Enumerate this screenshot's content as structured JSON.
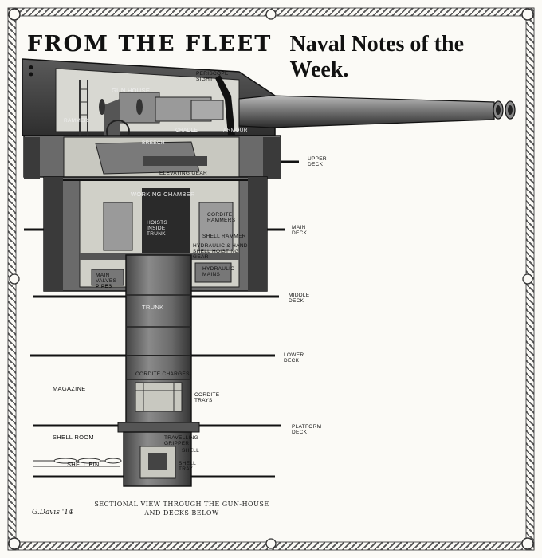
{
  "header": {
    "title_left": "FROM THE FLEET :",
    "title_right": "Naval Notes of the Week."
  },
  "labels": {
    "periscope_sight": "PERISCOPE\nSIGHT",
    "gun_house": "GUN HOUSE",
    "rammer": "RAMMER",
    "cradle": "CRADLE",
    "armour": "ARMOUR",
    "breech": "BREECH",
    "elevating_gear": "ELEVATING GEAR",
    "upper_deck": "UPPER\nDECK",
    "working_chamber": "WORKING CHAMBER",
    "cordite_rammers": "CORDITE\nRAMMERS",
    "hoists_inside_trunk": "HOISTS\nINSIDE\nTRUNK",
    "shell_rammer": "SHELL RAMMER",
    "hydraulic_hand_gear": "HYDRAULIC & HAND\nSHELL HOISTING\nGEAR",
    "main_deck": "MAIN\nDECK",
    "main_valves": "MAIN\nVALVES\nPIPES",
    "hydraulic_mains": "HYDRAULIC\nMAINS",
    "middle_deck": "MIDDLE\nDECK",
    "trunk": "TRUNK",
    "lower_deck": "LOWER\nDECK",
    "cordite_charges": "CORDITE CHARGES",
    "magazine": "MAGAZINE",
    "cordite_trays": "CORDITE\nTRAYS",
    "platform_deck": "PLATFORM\nDECK",
    "shell_room": "SHELL ROOM",
    "travelling_gripper": "TRAVELLING\nGRIPPER",
    "shell": "SHELL",
    "shell_tray": "SHELL\nTRAY",
    "shell_bin": "SHELL BIN"
  },
  "caption": "SECTIONAL VIEW THROUGH THE GUN-HOUSE AND DECKS BELOW",
  "signature": "G.Davis '14"
}
